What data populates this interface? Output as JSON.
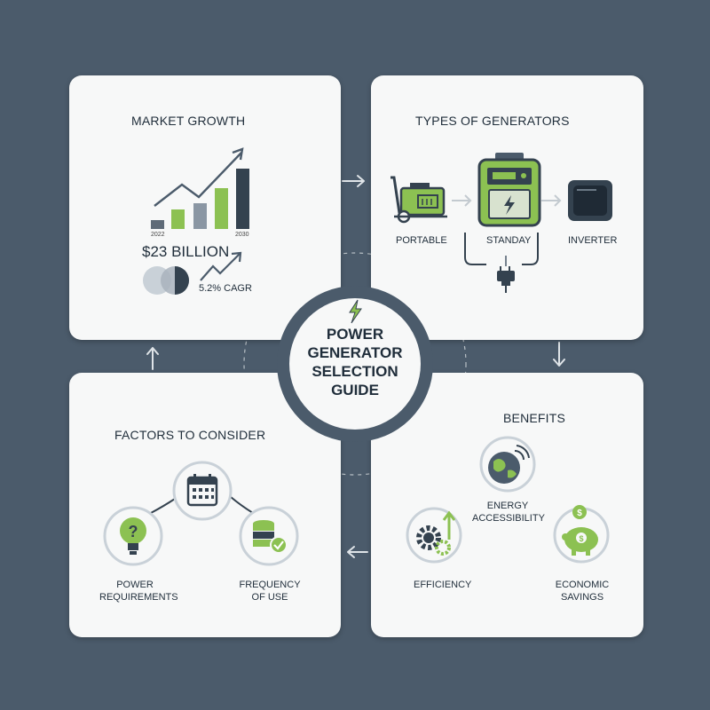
{
  "center": {
    "lines": [
      "POWER",
      "GENERATOR",
      "SELECTION",
      "GUIDE"
    ]
  },
  "market": {
    "title": "MARKET GROWTH",
    "year_start": "2022",
    "year_end": "2030",
    "value": "$23 BILLION",
    "cagr": "5.2% CAGR"
  },
  "types": {
    "title": "TYPES OF GENERATORS",
    "items": [
      "PORTABLE",
      "STANDAY",
      "INVERTER"
    ]
  },
  "factors": {
    "title": "FACTORS TO CONSIDER",
    "power_line1": "POWER",
    "power_line2": "REQUIREMENTS",
    "freq_line1": "FREQUENCY",
    "freq_line2": "OF USE"
  },
  "benefits": {
    "title": "BENEFITS",
    "energy_line1": "ENERGY",
    "energy_line2": "ACCESSIBILITY",
    "efficiency": "EFFICIENCY",
    "savings_line1": "ECONOMIC",
    "savings_line2": "SAVINGS"
  },
  "colors": {
    "background": "#4b5b6b",
    "card": "#f7f8f8",
    "accent_green": "#8cc152",
    "dark": "#34424f"
  }
}
